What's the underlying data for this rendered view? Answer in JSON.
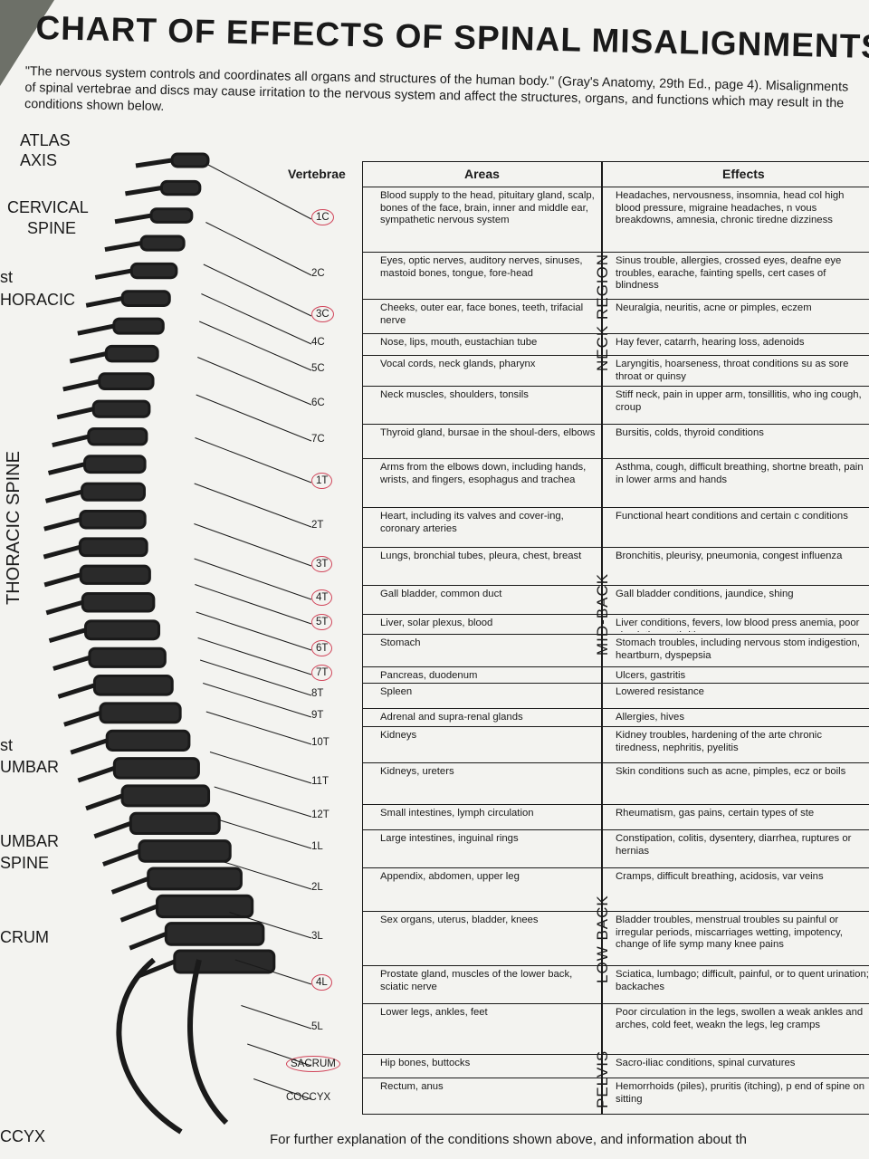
{
  "title": "CHART OF EFFECTS OF SPINAL MISALIGNMENTS",
  "intro": "\"The nervous system controls and coordinates all organs and structures of the human body.\" (Gray's Anatomy, 29th Ed., page 4). Misalignments of spinal vertebrae and discs may cause irritation to the nervous system and affect the structures, organs, and functions which may result in the conditions shown below.",
  "spine_labels": {
    "atlas": "ATLAS",
    "axis": "AXIS",
    "cervical": "CERVICAL",
    "cervical2": "SPINE",
    "first_thoracic_a": "st",
    "first_thoracic_b": "HORACIC",
    "thoracic": "THORACIC SPINE",
    "first_lumbar_a": "st",
    "first_lumbar_b": "UMBAR",
    "lumbar_a": "UMBAR",
    "lumbar_b": "SPINE",
    "sacrum": "CRUM",
    "coccyx": "CCYX"
  },
  "headers": {
    "vertebrae": "Vertebrae",
    "areas": "Areas",
    "effects": "Effects"
  },
  "regions": {
    "neck": "NECK REGION",
    "midback": "MID-BACK",
    "lowback": "LOW BACK",
    "pelvis": "PELVIS"
  },
  "rows": [
    {
      "v": "1C",
      "circled": true,
      "areas": "Blood supply to the head, pituitary gland, scalp, bones of the face, brain, inner and middle ear, sympathetic nervous system",
      "effects": "Headaches, nervousness, insomnia, head col high blood pressure, migraine headaches, n vous breakdowns, amnesia, chronic tiredne dizziness"
    },
    {
      "v": "2C",
      "circled": false,
      "areas": "Eyes, optic nerves, auditory nerves, sinuses, mastoid bones, tongue, fore-head",
      "effects": "Sinus trouble, allergies, crossed eyes, deafne eye troubles, earache, fainting spells, cert cases of blindness"
    },
    {
      "v": "3C",
      "circled": true,
      "areas": "Cheeks, outer ear, face bones, teeth, trifacial nerve",
      "effects": "Neuralgia, neuritis, acne or pimples, eczem"
    },
    {
      "v": "4C",
      "circled": false,
      "areas": "Nose, lips, mouth, eustachian tube",
      "effects": "Hay fever, catarrh, hearing loss, adenoids"
    },
    {
      "v": "5C",
      "circled": false,
      "areas": "Vocal cords, neck glands, pharynx",
      "effects": "Laryngitis, hoarseness, throat conditions su as sore throat or quinsy"
    },
    {
      "v": "6C",
      "circled": false,
      "areas": "Neck muscles, shoulders, tonsils",
      "effects": "Stiff neck, pain in upper arm, tonsillitis, who ing cough, croup"
    },
    {
      "v": "7C",
      "circled": false,
      "areas": "Thyroid gland, bursae in the shoul-ders, elbows",
      "effects": "Bursitis, colds, thyroid conditions"
    },
    {
      "v": "1T",
      "circled": true,
      "areas": "Arms from the elbows down, including hands, wrists, and fingers, esophagus and trachea",
      "effects": "Asthma, cough, difficult breathing, shortne breath, pain in lower arms and hands"
    },
    {
      "v": "2T",
      "circled": false,
      "areas": "Heart, including its valves and cover-ing, coronary arteries",
      "effects": "Functional heart conditions and certain c conditions"
    },
    {
      "v": "3T",
      "circled": true,
      "areas": "Lungs, bronchial tubes, pleura, chest, breast",
      "effects": "Bronchitis, pleurisy, pneumonia, congest influenza"
    },
    {
      "v": "4T",
      "circled": true,
      "areas": "Gall bladder, common duct",
      "effects": "Gall bladder conditions, jaundice, shing"
    },
    {
      "v": "5T",
      "circled": true,
      "areas": "Liver, solar plexus, blood",
      "effects": "Liver conditions, fevers, low blood press anemia, poor circulation, arthritis"
    },
    {
      "v": "6T",
      "circled": true,
      "areas": "Stomach",
      "effects": "Stomach troubles, including nervous stom indigestion, heartburn, dyspepsia"
    },
    {
      "v": "7T",
      "circled": true,
      "areas": "Pancreas, duodenum",
      "effects": "Ulcers, gastritis"
    },
    {
      "v": "8T",
      "circled": false,
      "areas": "Spleen",
      "effects": "Lowered resistance"
    },
    {
      "v": "9T",
      "circled": false,
      "areas": "Adrenal and supra-renal glands",
      "effects": "Allergies, hives"
    },
    {
      "v": "10T",
      "circled": false,
      "areas": "Kidneys",
      "effects": "Kidney troubles, hardening of the arte chronic tiredness, nephritis, pyelitis"
    },
    {
      "v": "11T",
      "circled": false,
      "areas": "Kidneys, ureters",
      "effects": "Skin conditions such as acne, pimples, ecz or boils"
    },
    {
      "v": "12T",
      "circled": false,
      "areas": "Small intestines, lymph circulation",
      "effects": "Rheumatism, gas pains, certain types of ste"
    },
    {
      "v": "1L",
      "circled": false,
      "areas": "Large intestines, inguinal rings",
      "effects": "Constipation, colitis, dysentery, diarrhea, ruptures or hernias"
    },
    {
      "v": "2L",
      "circled": false,
      "areas": "Appendix, abdomen, upper leg",
      "effects": "Cramps, difficult breathing, acidosis, var veins"
    },
    {
      "v": "3L",
      "circled": false,
      "areas": "Sex organs, uterus, bladder, knees",
      "effects": "Bladder troubles, menstrual troubles su painful or irregular periods, miscarriages wetting, impotency, change of life symp many knee pains"
    },
    {
      "v": "4L",
      "circled": true,
      "areas": "Prostate gland, muscles of the lower back, sciatic nerve",
      "effects": "Sciatica, lumbago; difficult, painful, or to quent urination; backaches"
    },
    {
      "v": "5L",
      "circled": false,
      "areas": "Lower legs, ankles, feet",
      "effects": "Poor circulation in the legs, swollen a weak ankles and arches, cold feet, weakn the legs, leg cramps"
    },
    {
      "v": "SACRUM",
      "circled": true,
      "areas": "Hip bones, buttocks",
      "effects": "Sacro-iliac conditions, spinal curvatures"
    },
    {
      "v": "COCCYX",
      "circled": false,
      "areas": "Rectum, anus",
      "effects": "Hemorrhoids (piles), pruritis (itching), p end of spine on sitting"
    }
  ],
  "footer": "For further explanation of the conditions shown above, and information about th",
  "colors": {
    "ink": "#1a1a1a",
    "paper": "#f3f3f0",
    "circle": "#d1465b"
  }
}
